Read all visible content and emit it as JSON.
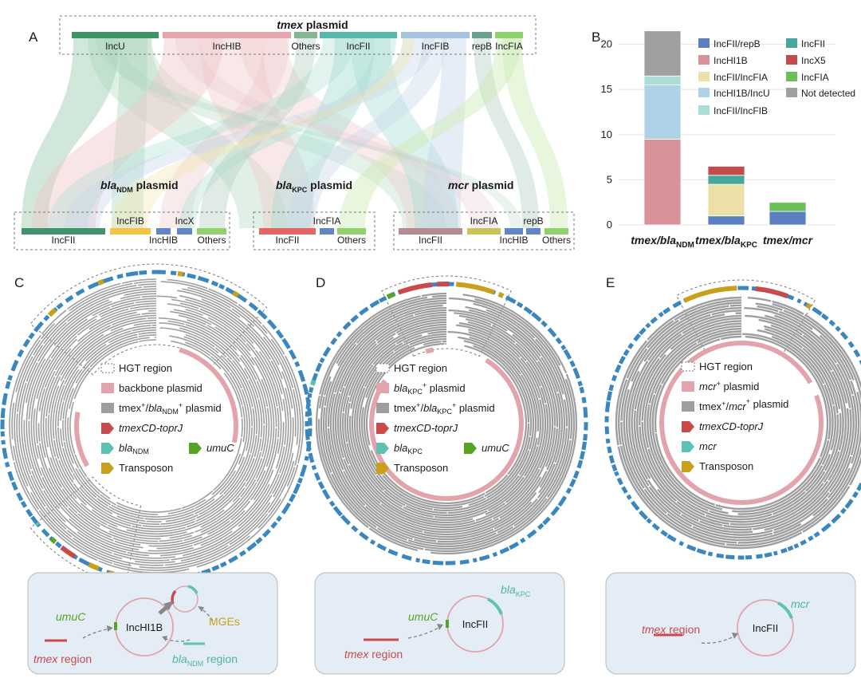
{
  "panel_a": {
    "label": "A",
    "top_title_a": "tmex",
    "top_title_b": " plasmid",
    "top_segments": [
      {
        "label": "IncU",
        "color": "#3e9466"
      },
      {
        "label": "IncHIB",
        "color": "#e2a6ac"
      },
      {
        "label": "Others",
        "color": "#86b593"
      },
      {
        "label": "IncFII",
        "color": "#57b8aa"
      },
      {
        "label": "IncFIB",
        "color": "#a7c2de"
      },
      {
        "label": "repB",
        "color": "#6b9f8a"
      },
      {
        "label": "IncFIA",
        "color": "#8fd16b"
      }
    ],
    "groups": [
      {
        "title_a": "bla",
        "title_sub": "NDM",
        "title_b": " plasmid",
        "segments": [
          {
            "label": "IncFII",
            "color": "#3e9466",
            "pos": "below"
          },
          {
            "label": "IncFIB",
            "color": "#f3c445",
            "pos": "above"
          },
          {
            "label": "IncHIB",
            "color": "#5f86c7",
            "pos": "below"
          },
          {
            "label": "IncX",
            "color": "#5f86c7",
            "pos": "above"
          },
          {
            "label": "Others",
            "color": "#8fd16b",
            "pos": "below"
          }
        ]
      },
      {
        "title_a": "bla",
        "title_sub": "KPC",
        "title_b": " plasmid",
        "segments": [
          {
            "label": "IncFII",
            "color": "#e56464",
            "pos": "below"
          },
          {
            "label": "IncFIA",
            "color": "#5f86c7",
            "pos": "above"
          },
          {
            "label": "Others",
            "color": "#8fd16b",
            "pos": "below"
          }
        ]
      },
      {
        "title_a": "mcr",
        "title_sub": "",
        "title_b": " plasmid",
        "segments": [
          {
            "label": "IncFII",
            "color": "#b58a93",
            "pos": "below"
          },
          {
            "label": "IncFIA",
            "color": "#c9c45a",
            "pos": "above"
          },
          {
            "label": "IncHIB",
            "color": "#5f86c7",
            "pos": "below"
          },
          {
            "label": "repB",
            "color": "#5f86c7",
            "pos": "above"
          },
          {
            "label": "Others",
            "color": "#8fd16b",
            "pos": "below"
          }
        ]
      }
    ]
  },
  "chart_data": {
    "type": "bar",
    "stacked": true,
    "categories": [
      {
        "a": "tmex/bla",
        "sub": "NDM"
      },
      {
        "a": "tmex/bla",
        "sub": "KPC"
      },
      {
        "a": "tmex/mcr",
        "sub": ""
      }
    ],
    "ylim": [
      0,
      22
    ],
    "yticks": [
      0,
      5,
      10,
      15,
      20
    ],
    "grid": true,
    "legend_position": "top-right",
    "series": [
      {
        "name": "IncFII/repB",
        "color": "#5b7fc1",
        "values": [
          0,
          1,
          1.5
        ]
      },
      {
        "name": "IncHI1B",
        "color": "#d9919a",
        "values": [
          9.5,
          0,
          0
        ]
      },
      {
        "name": "IncFII/IncFIA",
        "color": "#ecdfa8",
        "values": [
          0,
          3.5,
          0
        ]
      },
      {
        "name": "IncHI1B/IncU",
        "color": "#aed3e6",
        "values": [
          6,
          0,
          0
        ]
      },
      {
        "name": "IncFII/IncFIB",
        "color": "#a9ddd5",
        "values": [
          1,
          0,
          0
        ]
      },
      {
        "name": "IncFII",
        "color": "#46a89a",
        "values": [
          0,
          1,
          0
        ]
      },
      {
        "name": "IncX5",
        "color": "#c24c4c",
        "values": [
          0,
          1,
          0
        ]
      },
      {
        "name": "IncFIA",
        "color": "#6abf5a",
        "values": [
          0,
          0,
          1
        ]
      },
      {
        "name": "Not detected",
        "color": "#a0a0a0",
        "values": [
          5,
          0,
          0
        ]
      }
    ]
  },
  "panel_b": {
    "label": "B"
  },
  "panel_c": {
    "label": "C",
    "legend": [
      {
        "kind": "dash",
        "text_a": "HGT region"
      },
      {
        "kind": "pink",
        "text_a": "backbone plasmid"
      },
      {
        "kind": "gray",
        "text_a": "tmex",
        "sup1": "+",
        "text_b": "/",
        "ital_b": "bla",
        "sub_b": "NDM",
        "sup2": "+",
        "text_c": " plasmid"
      },
      {
        "kind": "red",
        "ital_a": "tmexCD-toprJ"
      },
      {
        "kind": "teal",
        "ital_a": "bla",
        "sub_a": "NDM",
        "extra_kind": "green",
        "extra_ital": "umuC"
      },
      {
        "kind": "gold",
        "text_a": "Transposon"
      }
    ],
    "diagram": {
      "umuC": "umuC",
      "center": "IncHI1B",
      "mges": "MGEs",
      "tmex_a": "tmex",
      "tmex_b": " region",
      "bla_a": "bla",
      "bla_sub": "NDM",
      "bla_b": " region"
    }
  },
  "panel_d": {
    "label": "D",
    "legend": [
      {
        "kind": "dash",
        "text_a": "HGT region"
      },
      {
        "kind": "pink",
        "ital_a": "bla",
        "sub_a": "KPC",
        "sup1": "+",
        "text_c": " plasmid"
      },
      {
        "kind": "gray",
        "text_a": "tmex",
        "sup1": "+",
        "text_b": "/",
        "ital_b": "bla",
        "sub_b": "KPC",
        "sup2": "+",
        "text_c": " plasmid"
      },
      {
        "kind": "red",
        "ital_a": "tmexCD-toprJ"
      },
      {
        "kind": "teal",
        "ital_a": "bla",
        "sub_a": "KPC",
        "extra_kind": "green",
        "extra_ital": "umuC"
      },
      {
        "kind": "gold",
        "text_a": "Transposon"
      }
    ],
    "diagram": {
      "umuC": "umuC",
      "center": "IncFII",
      "bla_a": "bla",
      "bla_sub": "KPC",
      "tmex_a": "tmex",
      "tmex_b": " region"
    }
  },
  "panel_e": {
    "label": "E",
    "legend": [
      {
        "kind": "dash",
        "text_a": "HGT region"
      },
      {
        "kind": "pink",
        "ital_a": "mcr",
        "sup1": "+",
        "text_c": " plasmid"
      },
      {
        "kind": "gray",
        "text_a": "tmex",
        "sup1": "+",
        "text_b": "/",
        "ital_b": "mcr",
        "sup2": "+",
        "text_c": " plasmid"
      },
      {
        "kind": "red",
        "ital_a": "tmexCD-toprJ"
      },
      {
        "kind": "teal",
        "ital_a": "mcr"
      },
      {
        "kind": "gold",
        "text_a": "Transposon"
      }
    ],
    "diagram": {
      "mcr": "mcr",
      "center": "IncFII",
      "tmex_a": "tmex",
      "tmex_b": " region"
    }
  },
  "colors": {
    "pink": "#e2a3ab",
    "gray": "#9e9e9e",
    "blue": "#3a86bf",
    "red": "#c94a4a",
    "teal": "#5cc2b3",
    "green": "#58a321",
    "gold": "#c9a01b",
    "box_bg": "#e4edf5",
    "box_border": "#b9b9b9"
  }
}
